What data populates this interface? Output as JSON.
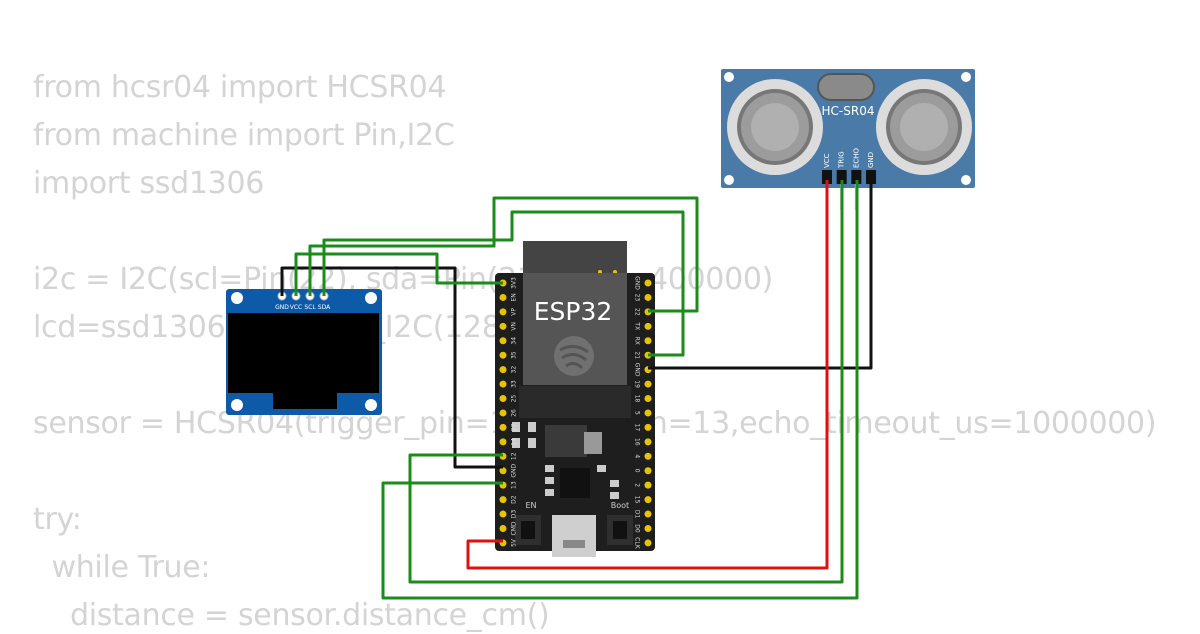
{
  "code_lines": [
    "from hcsr04 import HCSR04",
    "from machine import Pin,I2C",
    "import ssd1306",
    "",
    "i2c = I2C(scl=Pin(22), sda=Pin(21), freq=400000)",
    "lcd=ssd1306.SSD1306_I2C(128,64,i2c)",
    "",
    "sensor = HCSR04(trigger_pin=12,echo_pin=13,echo_timeout_us=1000000)",
    "",
    "try:",
    "  while True:",
    "    distance = sensor.distance_cm()"
  ],
  "esp32": {
    "label": "ESP32",
    "left_pins": [
      "3V3",
      "EN",
      "VP",
      "VN",
      "34",
      "35",
      "32",
      "33",
      "25",
      "26",
      "27",
      "14",
      "12",
      "GND",
      "13",
      "D2",
      "D3",
      "CMD",
      "5V"
    ],
    "right_pins": [
      "GND",
      "23",
      "22",
      "TX",
      "RX",
      "21",
      "GND",
      "19",
      "18",
      "5",
      "17",
      "16",
      "4",
      "0",
      "2",
      "15",
      "D1",
      "D0",
      "CLK"
    ],
    "en_label": "EN",
    "boot_label": "Boot"
  },
  "oled": {
    "pins": [
      "GND",
      "VCC",
      "SCL",
      "SDA"
    ]
  },
  "hcsr04": {
    "label": "HC-SR04",
    "pins": [
      "VCC",
      "TRIG",
      "ECHO",
      "GND"
    ]
  },
  "colors": {
    "code_text": "#d4d4d4",
    "wire_green": "#1a8c1a",
    "wire_red": "#e01010",
    "wire_black": "#111111",
    "board_dark": "#1e1e1e",
    "oled_pcb": "#0d5ba8",
    "sensor_pcb": "#4a7aa8",
    "pin_gold": "#e8c400"
  }
}
